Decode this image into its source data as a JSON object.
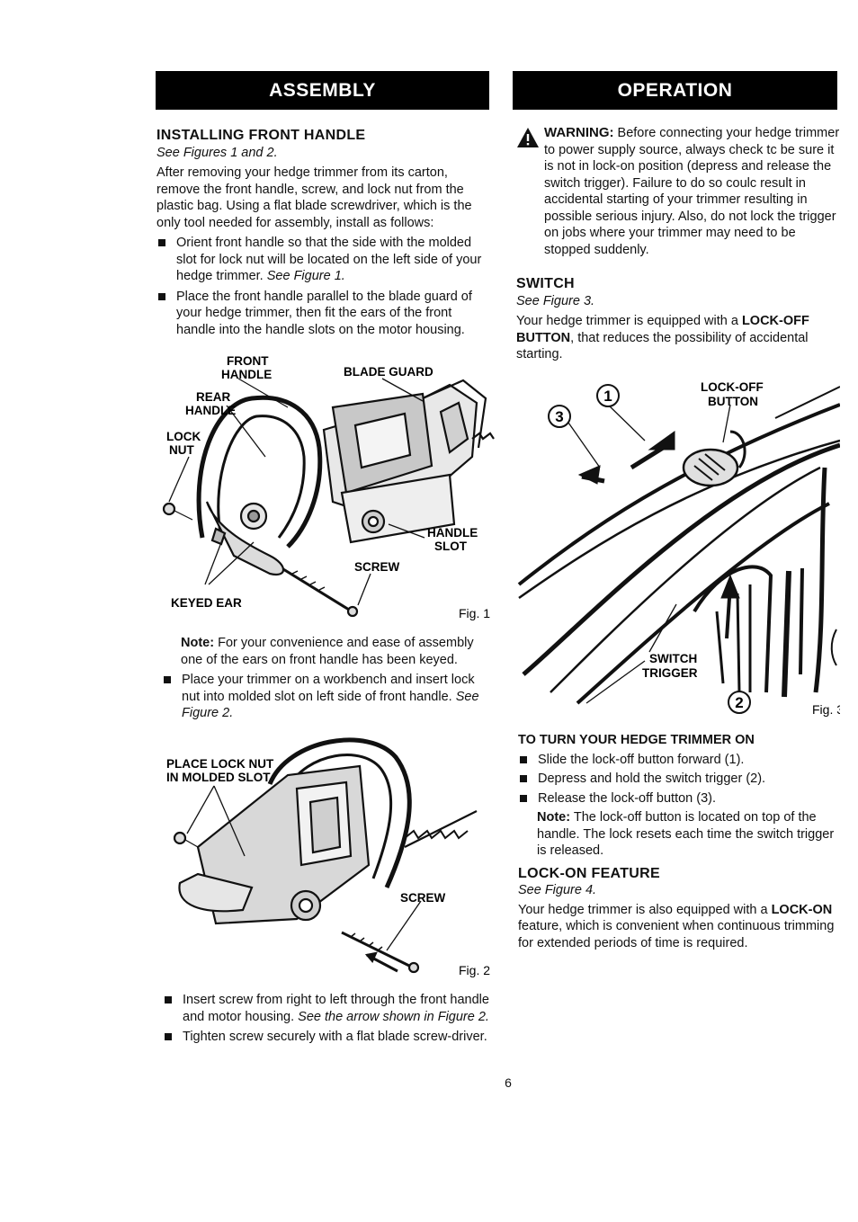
{
  "headers": {
    "assembly": "ASSEMBLY",
    "operation": "OPERATION"
  },
  "left": {
    "title": "INSTALLING FRONT HANDLE",
    "see": "See Figures 1 and 2.",
    "intro": "After removing your hedge trimmer from its carton, remove the front handle, screw, and lock nut from the plastic bag. Using a flat blade screwdriver, which is the only tool needed for assembly, install as follows:",
    "bullet1": "Orient front handle so that the side with the molded slot for lock nut will be located on the left side of your hedge trimmer.",
    "bullet1_ref": "See Figure 1.",
    "bullet2": "Place the front handle parallel to the blade guard of your hedge trimmer, then fit the ears of the front handle into the handle slots on the motor housing.",
    "fig1": {
      "front_handle_1": "FRONT",
      "front_handle_2": "HANDLE",
      "blade_guard": "BLADE GUARD",
      "rear_handle_1": "REAR",
      "rear_handle_2": "HANDLE",
      "lock_nut_1": "LOCK",
      "lock_nut_2": "NUT",
      "handle_slot_1": "HANDLE",
      "handle_slot_2": "SLOT",
      "screw": "SCREW",
      "keyed_ear": "KEYED EAR",
      "fig": "Fig. 1"
    },
    "note_label": "Note:",
    "note": "For your convenience and ease of assembly one of the ears on front handle has been keyed.",
    "bullet3": "Place your trimmer on a workbench and insert lock nut into molded slot on left side of front handle.",
    "bullet3_ref": "See Figure 2.",
    "fig2": {
      "place_1": "PLACE LOCK NUT",
      "place_2": "IN MOLDED SLOT",
      "screw": "SCREW",
      "fig": "Fig. 2"
    },
    "bullet4": "Insert screw from right to left through the front handle and motor housing.",
    "bullet4_ref": "See the arrow shown in Figure 2.",
    "bullet5": "Tighten screw securely with a flat blade screw-driver."
  },
  "right": {
    "warning_label": "WARNING:",
    "warning": "Before connecting your hedge trimmer to power supply source, always check tc be sure it is not in lock-on position (depress and release the switch trigger). Failure to do so coulc result in accidental starting of your trimmer resulting in possible serious injury. Also, do not lock the trigger on jobs where your trimmer may need to be stopped suddenly.",
    "switch_title": "SWITCH",
    "switch_see": "See Figure 3.",
    "switch_text_1": "Your hedge trimmer is equipped with a",
    "switch_bold": "LOCK-OFF BUTTON",
    "switch_text_2": ", that reduces the possibility of accidental starting.",
    "fig3": {
      "lockoff_1": "LOCK-OFF",
      "lockoff_2": "BUTTON",
      "switch_1": "SWITCH",
      "switch_2": "TRIGGER",
      "n1": "1",
      "n2": "2",
      "n3": "3",
      "fig": "Fig. 3"
    },
    "turn_on_title": "TO TURN YOUR HEDGE TRIMMER ON",
    "step1": "Slide the lock-off button forward (1).",
    "step2": "Depress and hold the switch trigger (2).",
    "step3": "Release the lock-off button (3).",
    "note_label": "Note:",
    "note": "The lock-off button is located on top of the handle. The lock resets each time the switch trigger is released.",
    "lockon_title": "LOCK-ON FEATURE",
    "lockon_see": "See Figure 4.",
    "lockon_text_1": "Your hedge trimmer is also equipped with a",
    "lockon_bold": "LOCK-ON",
    "lockon_text_2": "feature, which is convenient when continuous trimming for extended periods of time is required."
  },
  "page_number": "6"
}
